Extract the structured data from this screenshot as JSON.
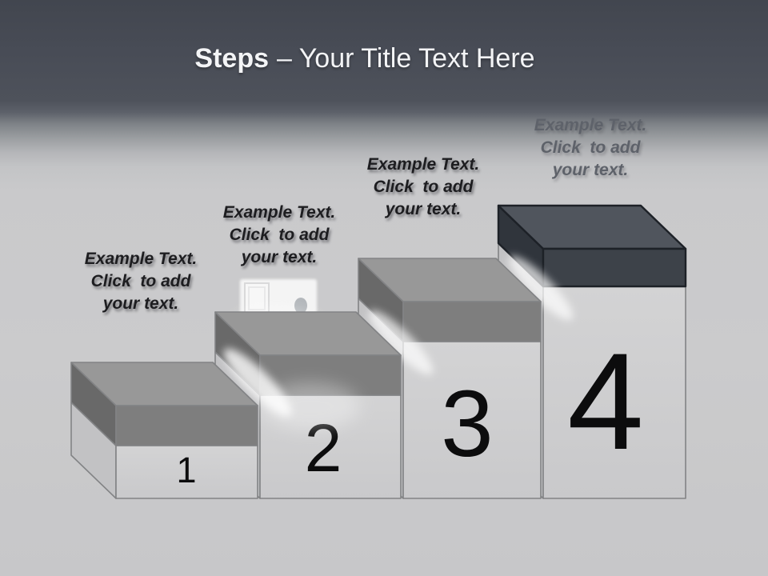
{
  "slide": {
    "title": {
      "bold": "Steps",
      "regular": "– Your Title Text Here"
    }
  },
  "steps": [
    {
      "number": "1",
      "label": "Example Text.\nClick  to add\nyour text."
    },
    {
      "number": "2",
      "label": "Example Text.\nClick  to add\nyour text."
    },
    {
      "number": "3",
      "label": "Example Text.\nClick  to add\nyour text."
    },
    {
      "number": "4",
      "label": "Example Text.\nClick  to add\nyour text."
    }
  ],
  "colors": {
    "header_background": "#484c56",
    "body_background": "#c9c9cb",
    "title_text": "#f3f4f6",
    "label_text": "#1d1d20",
    "cap_gray_top": "#989898",
    "cap_gray_front": "#7e7e7e",
    "cap_gray_side": "#696969",
    "cap_dark_top": "#50555d",
    "cap_dark_front": "#3d4249",
    "cap_dark_side": "#30353c",
    "box_face": "#cfcfd0",
    "box_side": "#c2c2c4",
    "number_text": "#0c0c0d"
  }
}
